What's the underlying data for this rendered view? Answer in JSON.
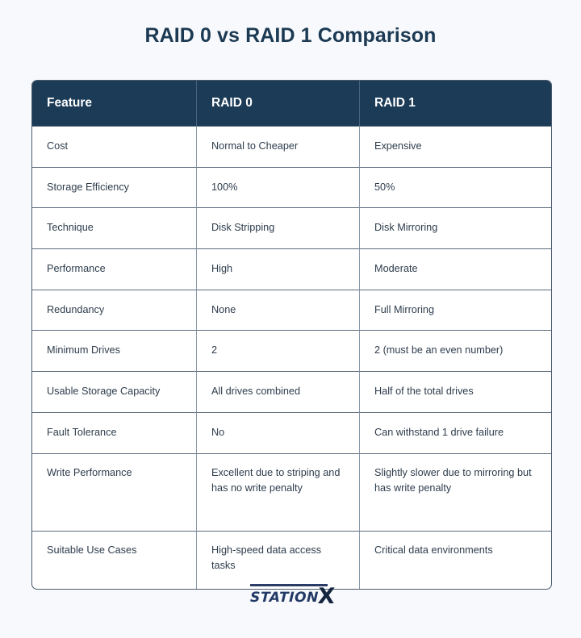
{
  "page": {
    "title": "RAID 0 vs RAID 1 Comparison",
    "background_color": "#f7f9fc",
    "header_color": "#1b3b57",
    "title_color": "#1c3a53",
    "body_text_color": "#2e3d4d"
  },
  "table": {
    "columns": [
      "Feature",
      "RAID 0",
      "RAID 1"
    ],
    "rows": [
      {
        "feature": "Cost",
        "raid0": "Normal to Cheaper",
        "raid1": "Expensive"
      },
      {
        "feature": "Storage Efficiency",
        "raid0": "100%",
        "raid1": "50%"
      },
      {
        "feature": "Technique",
        "raid0": "Disk Stripping",
        "raid1": "Disk Mirroring"
      },
      {
        "feature": "Performance",
        "raid0": "High",
        "raid1": "Moderate"
      },
      {
        "feature": "Redundancy",
        "raid0": "None",
        "raid1": "Full Mirroring"
      },
      {
        "feature": "Minimum Drives",
        "raid0": "2",
        "raid1": "2 (must be an even number)"
      },
      {
        "feature": "Usable Storage Capacity",
        "raid0": "All drives combined",
        "raid1": "Half of the total drives"
      },
      {
        "feature": "Fault Tolerance",
        "raid0": "No",
        "raid1": "Can withstand 1 drive failure"
      },
      {
        "feature": "Write Performance",
        "raid0": "Excellent due to striping and has no write penalty",
        "raid1": "Slightly slower due to mirroring but has write penalty"
      },
      {
        "feature": "Suitable Use Cases",
        "raid0": "High-speed data access tasks",
        "raid1": "Critical data environments"
      }
    ]
  },
  "footer": {
    "logo_text_main": "STATION",
    "logo_text_mark": "X"
  }
}
